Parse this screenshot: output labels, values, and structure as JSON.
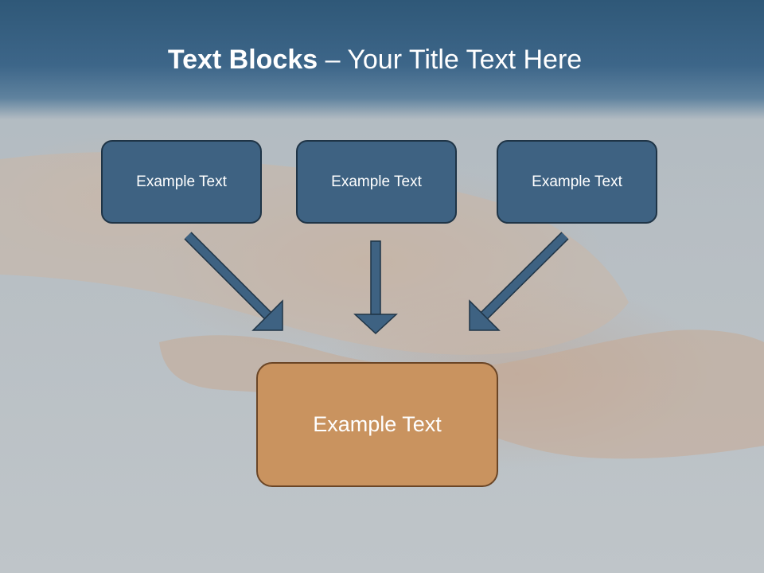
{
  "title": {
    "bold_part": "Text Blocks",
    "rest_part": " – Your Title Text Here"
  },
  "top_boxes": [
    {
      "label": "Example Text"
    },
    {
      "label": "Example Text"
    },
    {
      "label": "Example Text"
    }
  ],
  "bottom_box": {
    "label": "Example Text"
  },
  "colors": {
    "title_band": "#3d6689",
    "top_box_fill": "#3e6282",
    "top_box_border": "#1f3446",
    "bottom_box_fill": "#c9935f",
    "bottom_box_border": "#6a4526",
    "arrow_fill": "#3e6282"
  }
}
